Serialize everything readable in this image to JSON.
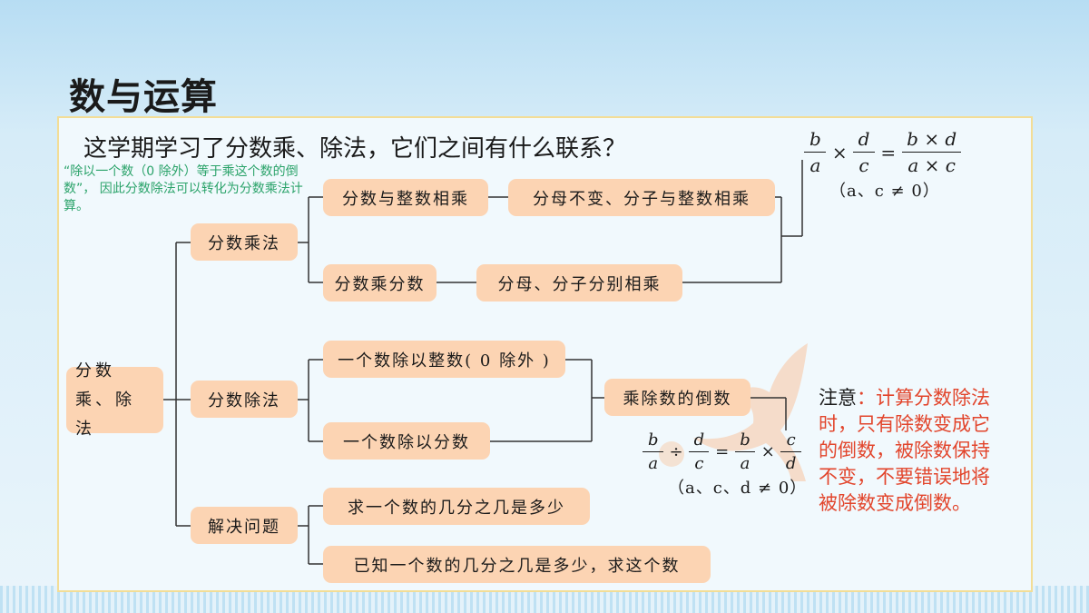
{
  "page_title": "数与运算",
  "question": "这学期学习了分数乘、除法，它们之间有什么联系？",
  "hint": "“除以一个数（0 除外）等于乘这个数的倒数”， 因此分数除法可以转化为分数乘法计算。",
  "nodes": {
    "root": "分数乘、除法",
    "mult": "分数乘法",
    "div": "分数除法",
    "problem": "解决问题",
    "mult_int": "分数与整数相乘",
    "mult_int_rule": "分母不变、分子与整数相乘",
    "mult_frac": "分数乘分数",
    "mult_frac_rule": "分母、分子分别相乘",
    "div_int": "一个数除以整数( 0 除外 )",
    "div_frac": "一个数除以分数",
    "div_rule": "乘除数的倒数",
    "prob1": "求一个数的几分之几是多少",
    "prob2": "已知一个数的几分之几是多少，求这个数"
  },
  "formula_mult": {
    "a_num": "b",
    "a_den": "a",
    "op1": "×",
    "b_num": "d",
    "b_den": "c",
    "eq": "=",
    "r_num": "b × d",
    "r_den": "a × c",
    "condition": "（a、c ≠ 0）"
  },
  "formula_div": {
    "a_num": "b",
    "a_den": "a",
    "op1": "÷",
    "b_num": "d",
    "b_den": "c",
    "eq": "=",
    "c_num": "b",
    "c_den": "a",
    "op2": "×",
    "d_num": "c",
    "d_den": "d",
    "condition": "（a、c、d ≠ 0）"
  },
  "note": {
    "label": "注意",
    "colon": "：",
    "text": "计算分数除法时，只有除数变成它的倒数，被除数保持不变，不要错误地将被除数变成倒数。"
  },
  "colors": {
    "node_fill": "#fcd4b3",
    "panel_border": "#f3dd96",
    "hint_green": "#2ba36a",
    "note_red": "#e2452c"
  }
}
